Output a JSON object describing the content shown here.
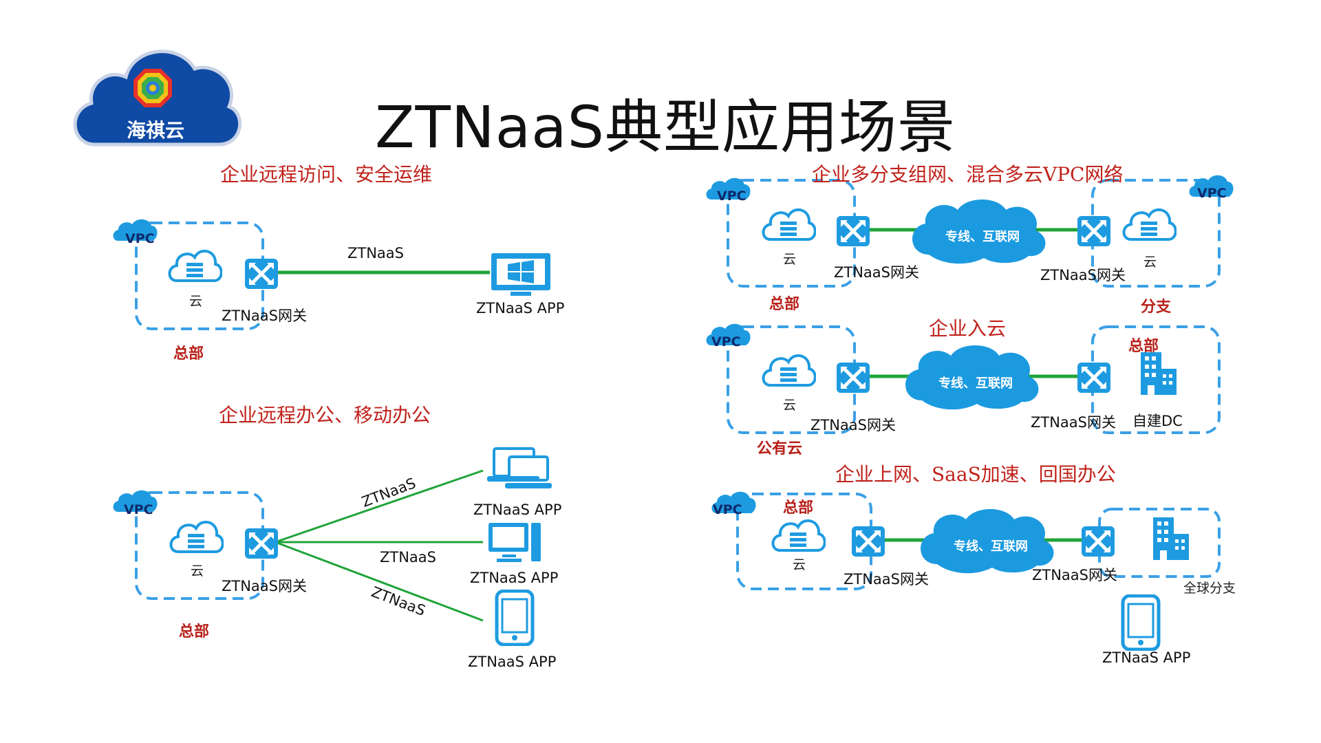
{
  "title": "ZTNaaS典型应用场景",
  "logo": {
    "text": "海祺云",
    "colors": {
      "cloud": "#0f4aa5",
      "ring": "#e7312a"
    }
  },
  "colors": {
    "link": "#1fa43a",
    "dash": "#3aa0e6",
    "icon": "#1e9be0",
    "accent_red": "#c0221b"
  },
  "scenario1": {
    "title": "企业远程访问、安全运维",
    "vpc": "VPC",
    "cloud": "云",
    "gateway": "ZTNaaS网关",
    "site": "总部",
    "link": "ZTNaaS",
    "app": "ZTNaaS APP"
  },
  "scenario2": {
    "title": "企业远程办公、移动办公",
    "vpc": "VPC",
    "cloud": "云",
    "gateway": "ZTNaaS网关",
    "site": "总部",
    "links": [
      "ZTNaaS",
      "ZTNaaS",
      "ZTNaaS"
    ],
    "apps": [
      "ZTNaaS APP",
      "ZTNaaS APP",
      "ZTNaaS APP"
    ]
  },
  "scenario3": {
    "title": "企业多分支组网、混合多云VPC网络",
    "vpc_left": "VPC",
    "vpc_right": "VPC",
    "cloud_left": "云",
    "cloud_right": "云",
    "gateway_left": "ZTNaaS网关",
    "gateway_right": "ZTNaaS网关",
    "network": "专线、互联网",
    "site_left": "总部",
    "site_right": "分支"
  },
  "scenario4": {
    "title": "企业入云",
    "vpc": "VPC",
    "cloud": "云",
    "gateway_left": "ZTNaaS网关",
    "gateway_right": "ZTNaaS网关",
    "network": "专线、互联网",
    "site_left": "公有云",
    "site_right": "总部",
    "dc": "自建DC"
  },
  "scenario5": {
    "title": "企业上网、SaaS加速、回国办公",
    "vpc": "VPC",
    "cloud": "云",
    "site_left": "总部",
    "gateway_left": "ZTNaaS网关",
    "gateway_right": "ZTNaaS网关",
    "network": "专线、互联网",
    "branch": "全球分支",
    "app": "ZTNaaS APP"
  }
}
